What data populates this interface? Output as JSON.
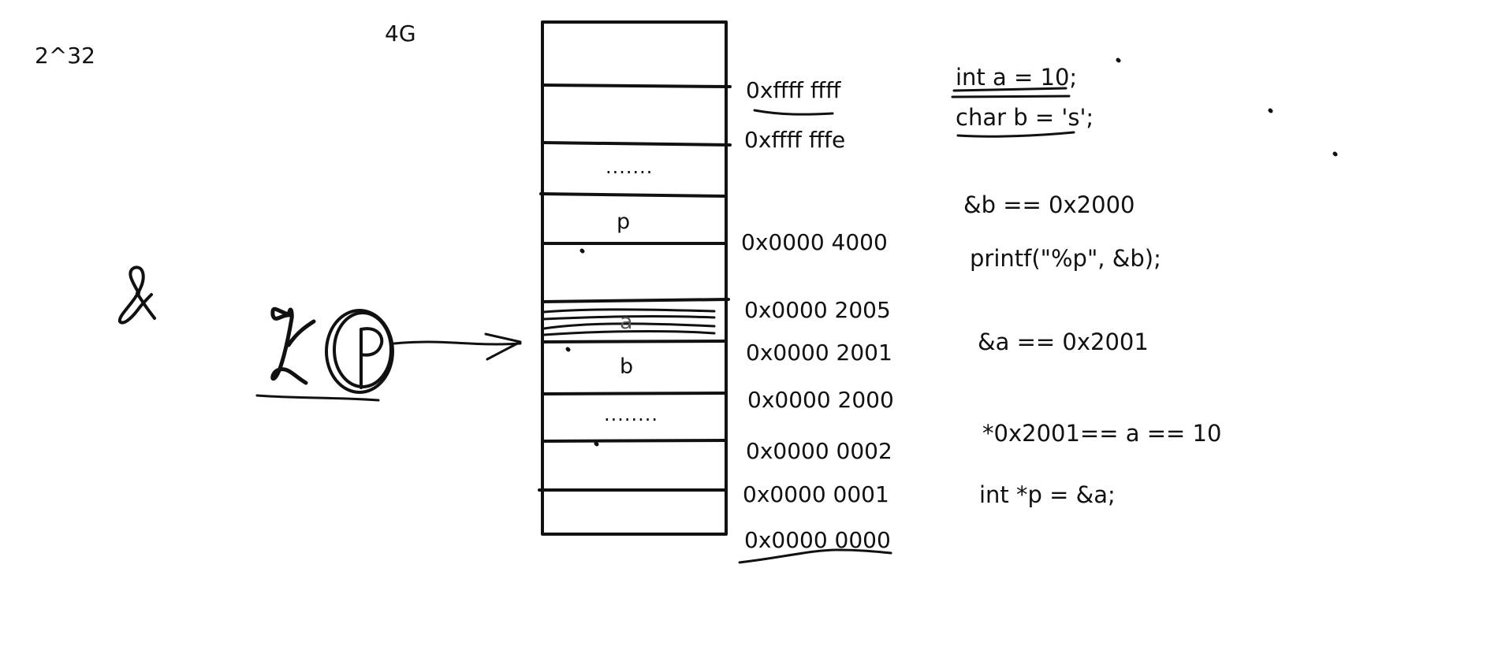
{
  "labels": {
    "power": "2^32",
    "size": "4G"
  },
  "memory": {
    "cells": {
      "dots_top": ".......",
      "p": "p",
      "a": "a",
      "b": "b",
      "dots_bottom": "........"
    },
    "addresses": [
      "0xffff ffff",
      "0xffff fffe",
      "0x0000 4000",
      "0x0000 2005",
      "0x0000 2001",
      "0x0000 2000",
      "0x0000 0002",
      "0x0000 0001",
      "0x0000 0000"
    ]
  },
  "code": [
    "int a = 10;",
    "char b = 's';",
    "&b == 0x2000",
    "printf(\"%p\", &b);",
    "&a ==  0x2001",
    "*0x2001== a == 10",
    "int *p = &a;"
  ],
  "colors": {
    "ink": "#111111",
    "background": "#ffffff"
  }
}
